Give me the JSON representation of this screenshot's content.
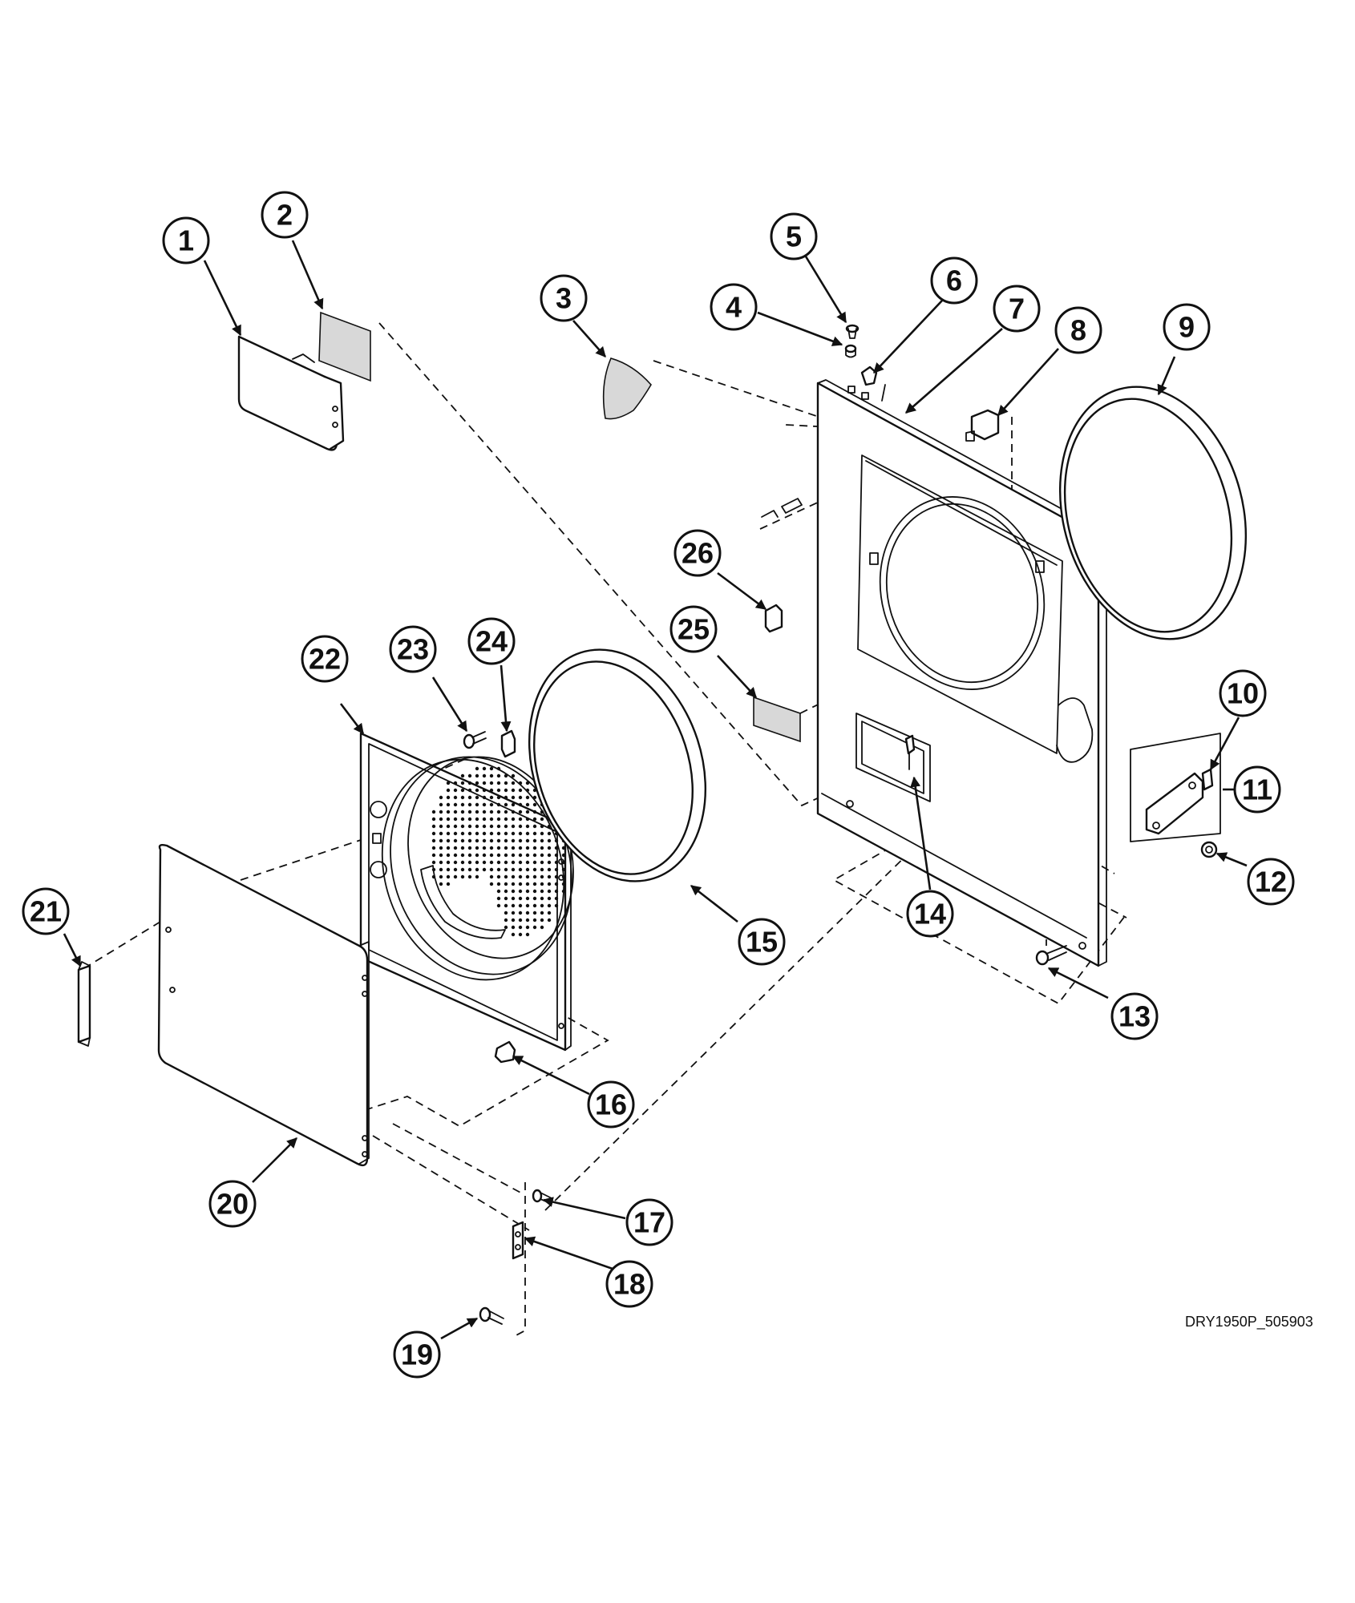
{
  "diagram": {
    "drawing_code": "DRY1950P_505903",
    "callouts": [
      "1",
      "2",
      "3",
      "4",
      "5",
      "6",
      "7",
      "8",
      "9",
      "10",
      "11",
      "12",
      "13",
      "14",
      "15",
      "16",
      "17",
      "18",
      "19",
      "20",
      "21",
      "22",
      "23",
      "24",
      "25",
      "26"
    ]
  },
  "colors": {
    "ink": "#111111",
    "label_fill": "#d8d8d8",
    "background": "#ffffff"
  }
}
